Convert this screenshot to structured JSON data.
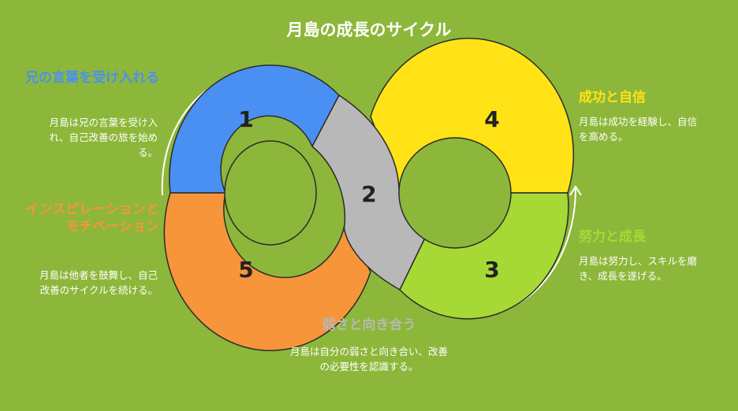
{
  "title": "月島の成長のサイクル",
  "steps": [
    {
      "number": "1",
      "heading": "兄の言葉を受け入れる",
      "description": "月島は兄の言葉を受け入れ、自己改善の旅を始める。",
      "color": "#4a90f2"
    },
    {
      "number": "2",
      "heading": "弱さと向き合う",
      "description": "月島は自分の弱さと向き合い、改善の必要性を認識する。",
      "color": "#b8b8b8"
    },
    {
      "number": "3",
      "heading": "努力と成長",
      "description": "月島は努力し、スキルを磨き、成長を遂げる。",
      "color": "#a6d936"
    },
    {
      "number": "4",
      "heading": "成功と自信",
      "description": "月島は成功を経験し、自信を高める。",
      "color": "#ffe316"
    },
    {
      "number": "5",
      "heading": "インスピレーションとモチベーション",
      "description": "月島は他者を鼓舞し、自己改善のサイクルを続ける。",
      "color": "#f7953b"
    }
  ]
}
